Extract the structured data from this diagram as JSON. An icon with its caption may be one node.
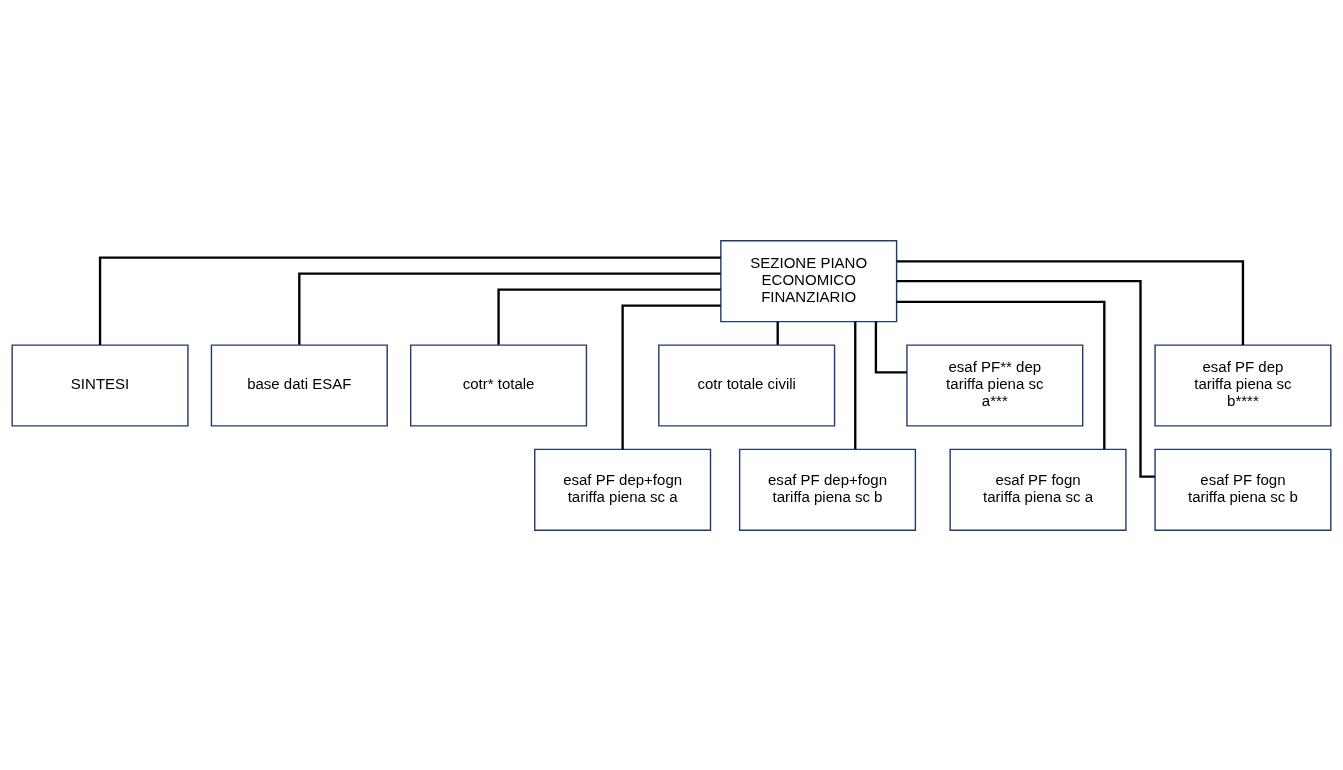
{
  "diagram": {
    "nodes": [
      {
        "text": [
          "SEZIONE PIANO ECONOMICO FINANZIARIO"
        ]
      },
      {
        "text": [
          "SINTESI"
        ]
      },
      {
        "text": [
          "base dati ESAF"
        ]
      },
      {
        "text": [
          "cotr* totale"
        ]
      },
      {
        "text": [
          "cotr totale civili"
        ]
      },
      {
        "text": [
          "esaf PF** dep tariffa piena sc a***"
        ]
      },
      {
        "text": [
          "esaf PF dep tariffa piena sc b****"
        ]
      },
      {
        "text": [
          "esaf PF dep+fogn tariffa piena sc a"
        ]
      },
      {
        "text": [
          "esaf PF dep+fogn tariffa piena sc b"
        ]
      },
      {
        "text": [
          "esaf PF fogn tariffa piena sc a"
        ]
      },
      {
        "text": [
          "esaf PF fogn tariffa piena sc b"
        ]
      }
    ],
    "edges": [
      {
        "from": 0,
        "to": 1,
        "arrow": "none"
      },
      {
        "from": 0,
        "to": 2,
        "arrow": "none"
      },
      {
        "from": 0,
        "to": 3,
        "arrow": "none"
      },
      {
        "from": 0,
        "to": 4,
        "arrow": "none"
      },
      {
        "from": 0,
        "to": 5,
        "arrow": "none"
      },
      {
        "from": 0,
        "to": 6,
        "arrow": "none"
      },
      {
        "from": 0,
        "to": 7,
        "arrow": "none"
      },
      {
        "from": 0,
        "to": 8,
        "arrow": "none"
      },
      {
        "from": 0,
        "to": 9,
        "arrow": "none"
      },
      {
        "from": 0,
        "to": 10,
        "arrow": "none"
      }
    ]
  }
}
